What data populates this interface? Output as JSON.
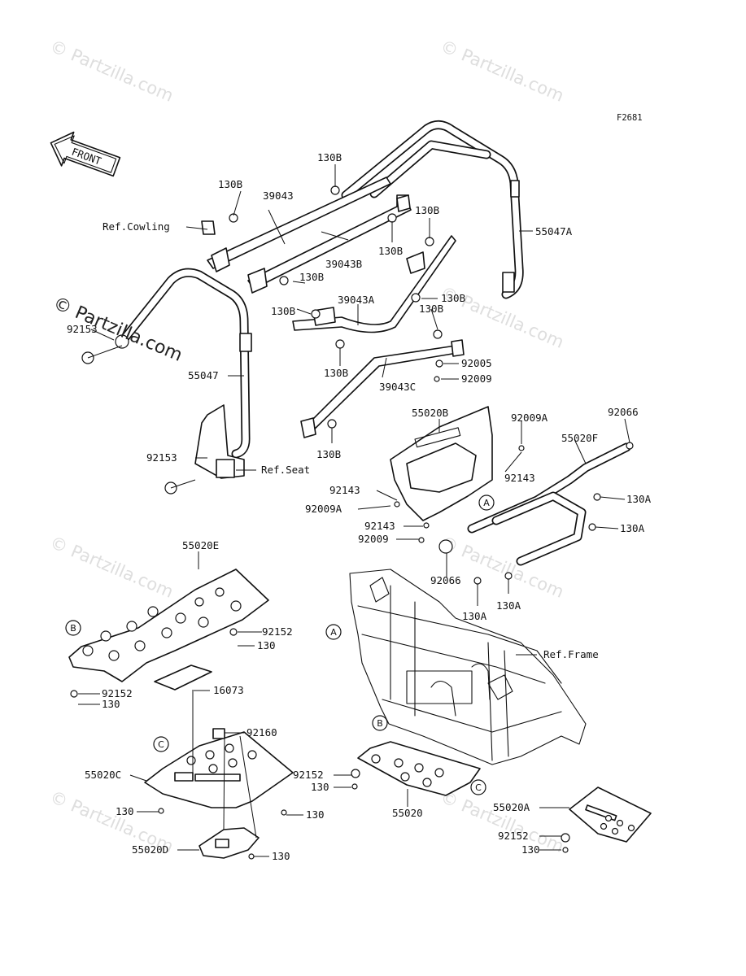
{
  "figure_code": "F2681",
  "front_arrow": "FRONT",
  "watermark": "© Partzilla.com",
  "watermark_dark": "© Partzilla.com",
  "refs": {
    "cowling": "Ref.Cowling",
    "seat": "Ref.Seat",
    "frame": "Ref.Frame"
  },
  "labels": {
    "p39043": "39043",
    "p39043b": "39043B",
    "p39043a": "39043A",
    "p39043c": "39043C",
    "p55047a": "55047A",
    "p55047": "55047",
    "p92153a": "92153",
    "p92153b": "92153",
    "p130b_1": "130B",
    "p130b_2": "130B",
    "p130b_3": "130B",
    "p130b_4": "130B",
    "p130b_5": "130B",
    "p130b_6": "130B",
    "p130b_7": "130B",
    "p130b_8": "130B",
    "p130b_9": "130B",
    "p130b_10": "130B",
    "p92005": "92005",
    "p92009": "92009",
    "p55020b": "55020B",
    "p92009a_1": "92009A",
    "p92066_1": "92066",
    "p55020f": "55020F",
    "p92143_1": "92143",
    "p92143_2": "92143",
    "p92009a_2": "92009A",
    "p92143_3": "92143",
    "p92009_2": "92009",
    "p130a_1": "130A",
    "p130a_2": "130A",
    "p92066_2": "92066",
    "p130a_3": "130A",
    "p130a_4": "130A",
    "p55020e": "55020E",
    "p92152_1": "92152",
    "p130_1": "130",
    "p92152_2": "92152",
    "p130_2": "130",
    "p16073": "16073",
    "p92160": "92160",
    "p55020c": "55020C",
    "p130_3": "130",
    "p130_4": "130",
    "p55020d": "55020D",
    "p130_5": "130",
    "p92152_3": "92152",
    "p130_6": "130",
    "p55020": "55020",
    "p55020a": "55020A",
    "p92152_4": "92152",
    "p130_7": "130"
  },
  "ref_letters": {
    "a1": "A",
    "a2": "A",
    "b1": "B",
    "b2": "B",
    "c1": "C",
    "c2": "C"
  }
}
